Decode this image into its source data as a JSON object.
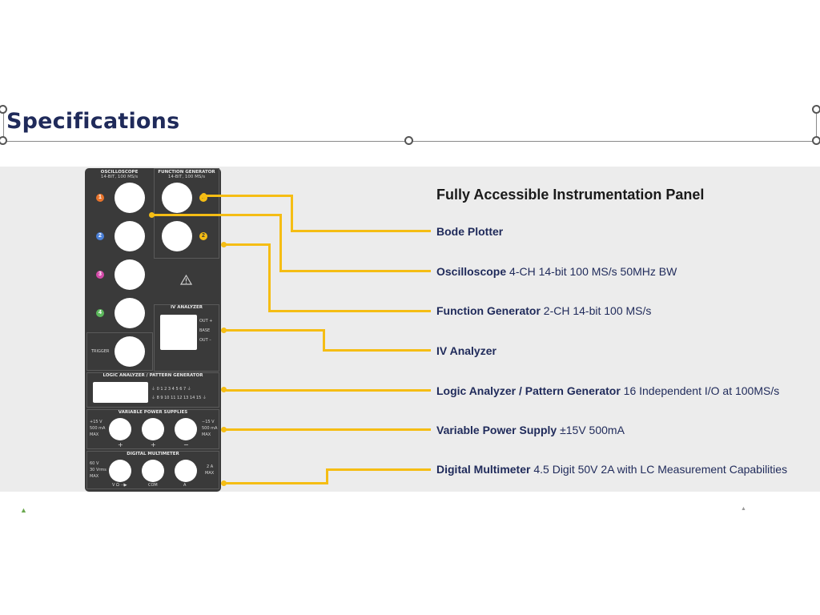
{
  "slide": {
    "title": "Specifications",
    "panel_heading": "Fully Accessible Instrumentation Panel"
  },
  "features": [
    {
      "name": "Bode Plotter",
      "detail": ""
    },
    {
      "name": "Oscilloscope",
      "detail": "4-CH 14-bit 100 MS/s 50MHz BW"
    },
    {
      "name": "Function Generator",
      "detail": "2-CH 14-bit 100 MS/s"
    },
    {
      "name": "IV Analyzer",
      "detail": ""
    },
    {
      "name": "Logic Analyzer / Pattern Generator",
      "detail": "16 Independent I/O at 100MS/s"
    },
    {
      "name": "Variable Power Supply",
      "detail": "±15V 500mA"
    },
    {
      "name": "Digital Multimeter",
      "detail": "4.5 Digit 50V 2A with LC Measurement Capabilities"
    }
  ],
  "panel": {
    "oscilloscope": {
      "title": "OSCILLOSCOPE",
      "sub": "14-BIT, 100 MS/s",
      "channels": [
        "1",
        "2",
        "3",
        "4"
      ],
      "trigger": "TRIGGER"
    },
    "function_generator": {
      "title": "FUNCTION GENERATOR",
      "sub": "14-BIT, 100 MS/s",
      "channels": [
        "1",
        "2"
      ]
    },
    "warning_icon": "warning-triangle-icon",
    "iv_analyzer": {
      "title": "IV ANALYZER",
      "pins": [
        "OUT +",
        "BASE",
        "OUT –"
      ]
    },
    "logic_analyzer": {
      "title": "LOGIC ANALYZER / PATTERN GENERATOR",
      "row1": "⏚ 0 1 2 3 4 5 6 7 ⏚",
      "row2": "⏚ 8 9 10 11 12 13 14 15 ⏚"
    },
    "power_supplies": {
      "title": "VARIABLE POWER SUPPLIES",
      "left": [
        "+15 V",
        "500 mA",
        "MAX"
      ],
      "right": [
        "−15 V",
        "500 mA",
        "MAX"
      ],
      "signs": [
        "+",
        "+",
        "−"
      ]
    },
    "multimeter": {
      "title": "DIGITAL MULTIMETER",
      "left": [
        "60 V",
        "30 Vrms",
        "MAX"
      ],
      "right": [
        "2 A",
        "MAX"
      ],
      "jacks": [
        "V Ω ⊣▶",
        "COM",
        "A"
      ]
    }
  },
  "colors": {
    "title": "#1f2a5a",
    "wire": "#f5bd14",
    "panel": "#3a3a3a",
    "ch1": "#e8742c",
    "ch2": "#4a7fd6",
    "ch3": "#d34aa8",
    "ch4": "#5cb85c",
    "fg": "#f5bd14"
  }
}
